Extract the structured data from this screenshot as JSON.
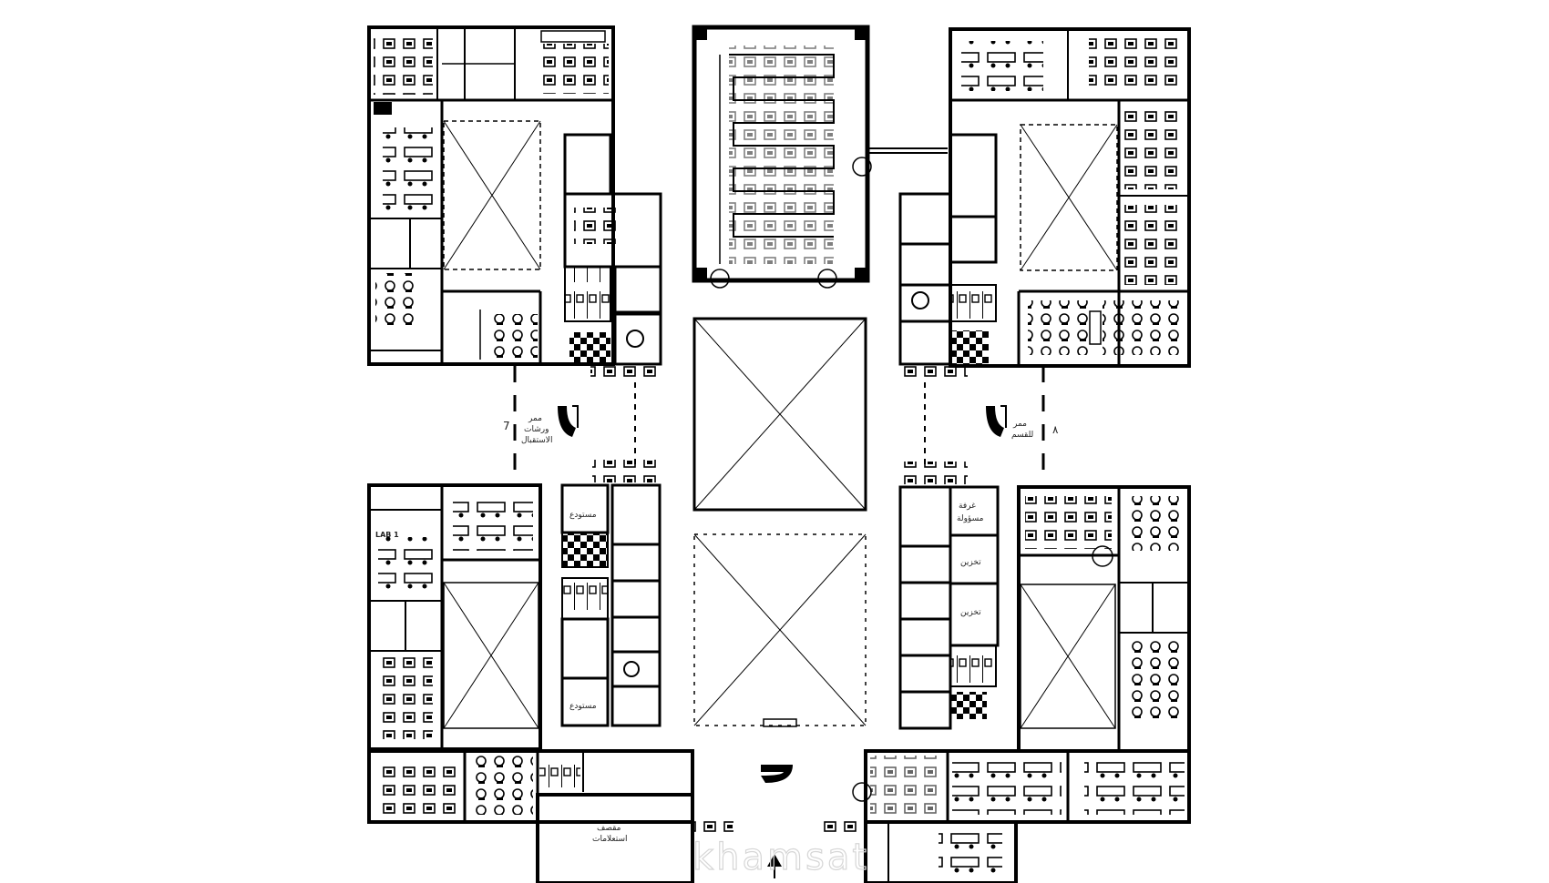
{
  "labels": {
    "corridor_left_number": "7",
    "corridor_left_text_1": "ممر",
    "corridor_left_text_2": "ورشات",
    "corridor_left_text_3": "الاستقبال",
    "corridor_right_number": "٨",
    "corridor_right_text_1": "ممر",
    "corridor_right_text_2": "للقسم",
    "store_1": "مستودع",
    "store_2": "مستودع",
    "room_south_1": "مقصف",
    "room_south_2": "استعلامات",
    "room_right_1": "غرفة",
    "room_right_2": "مسؤولة",
    "room_right_3": "تخزين",
    "room_right_4": "تخزين",
    "lab_tag": "LAB 1"
  },
  "watermark": "khamsat",
  "colors": {
    "wall": "#000000",
    "line": "#111111",
    "bg": "#ffffff",
    "watermark": "#d6d6d6"
  }
}
